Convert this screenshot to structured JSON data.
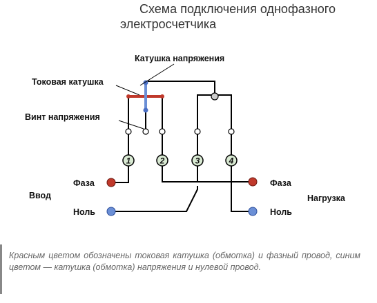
{
  "title": {
    "line1": "Схема подключения однофазного",
    "line2": "электросчетчика"
  },
  "labels": {
    "voltage_coil": "Катушка напряжения",
    "current_coil": "Токовая катушка",
    "voltage_screw": "Винт напряжения",
    "input": "Ввод",
    "load": "Нагрузка",
    "phase_in": "Фаза",
    "neutral_in": "Ноль",
    "phase_out": "Фаза",
    "neutral_out": "Ноль"
  },
  "terminals": [
    "1",
    "2",
    "3",
    "4"
  ],
  "colors": {
    "phase": "#c0392b",
    "neutral": "#6b8fd6",
    "terminal_fill": "#d9ead3",
    "wire": "#000000"
  },
  "caption": "Красным цветом обозначены токовая катушка (обмотка) и фазный провод, синим цветом — катушка (обмотка) напряжения и нулевой провод."
}
